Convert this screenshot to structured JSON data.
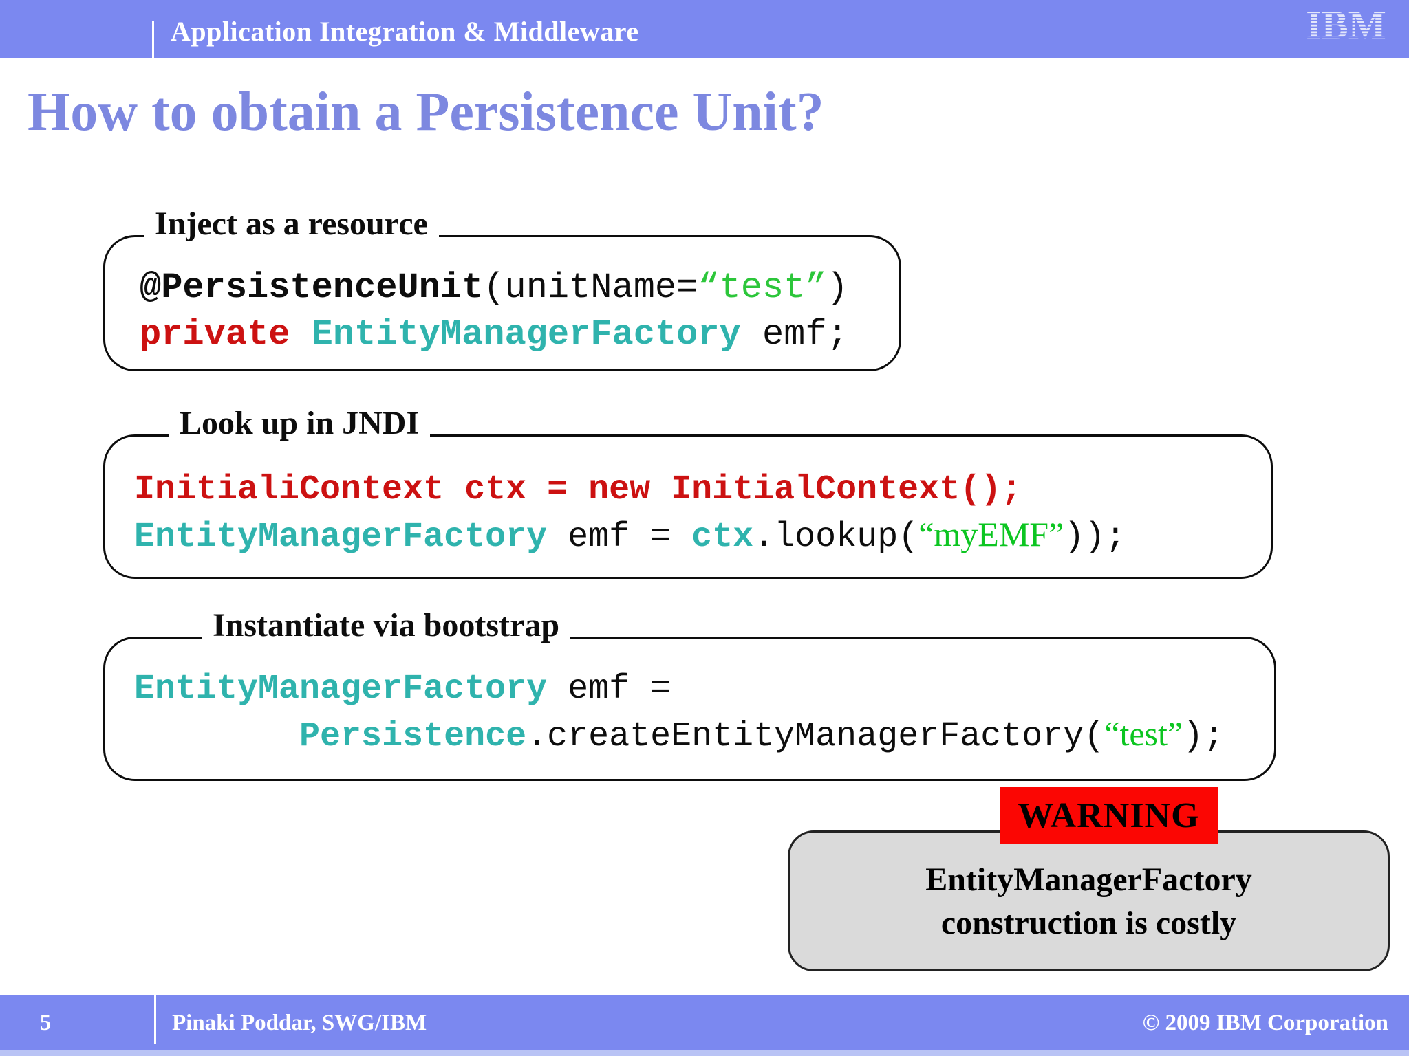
{
  "slide": {
    "header": {
      "section": "Application Integration & Middleware",
      "logo": "IBM"
    },
    "title": "How to obtain a Persistence Unit?",
    "boxes": [
      {
        "label": "Inject as a resource",
        "lines": [
          [
            {
              "t": "@PersistenceUnit",
              "s": "kb"
            },
            {
              "t": "(unitName=",
              "s": "pl"
            },
            {
              "t": "“test”",
              "s": "sg"
            },
            {
              "t": ")",
              "s": "pl"
            }
          ],
          [
            {
              "t": "private ",
              "s": "rb"
            },
            {
              "t": "EntityManagerFactory",
              "s": "tb"
            },
            {
              "t": " emf;",
              "s": "pl"
            }
          ]
        ]
      },
      {
        "label": "Look up in JNDI",
        "lines": [
          [
            {
              "t": "InitialiContext ctx = new InitialContext();",
              "s": "rb"
            }
          ],
          [
            {
              "t": "EntityManagerFactory",
              "s": "tb"
            },
            {
              "t": " emf = ",
              "s": "pl"
            },
            {
              "t": "ctx",
              "s": "tb"
            },
            {
              "t": ".lookup(",
              "s": "pl"
            },
            {
              "t": "“myEMF”",
              "s": "ss"
            },
            {
              "t": "));",
              "s": "pl"
            }
          ]
        ]
      },
      {
        "label": "Instantiate via bootstrap",
        "lines": [
          [
            {
              "t": "EntityManagerFactory",
              "s": "tb"
            },
            {
              "t": " emf =",
              "s": "pl"
            }
          ],
          [
            {
              "t": "        ",
              "s": "pl"
            },
            {
              "t": "Persistence",
              "s": "tb"
            },
            {
              "t": ".createEntityManagerFactory(",
              "s": "pl"
            },
            {
              "t": "“test”",
              "s": "ss"
            },
            {
              "t": ");",
              "s": "pl"
            }
          ]
        ]
      }
    ],
    "warning": {
      "badge": "WARNING",
      "lines": [
        "EntityManagerFactory",
        "construction is costly"
      ]
    },
    "footer": {
      "page": "5",
      "author": "Pinaki Poddar, SWG/IBM",
      "copyright": "© 2009 IBM Corporation"
    }
  },
  "colors": {
    "bar_purple": "#7b88f0",
    "bottom_strip_blue": "#b9c3f5",
    "title_blue": "#7d88e0",
    "code_teal": "#2fb3ad",
    "code_red": "#cc1111",
    "string_green_mono": "#2cc63a",
    "string_green_serif": "#0cc521",
    "warning_red": "#fb0603",
    "note_gray": "#dadada",
    "logo_lavender": "#e3e6fb"
  }
}
